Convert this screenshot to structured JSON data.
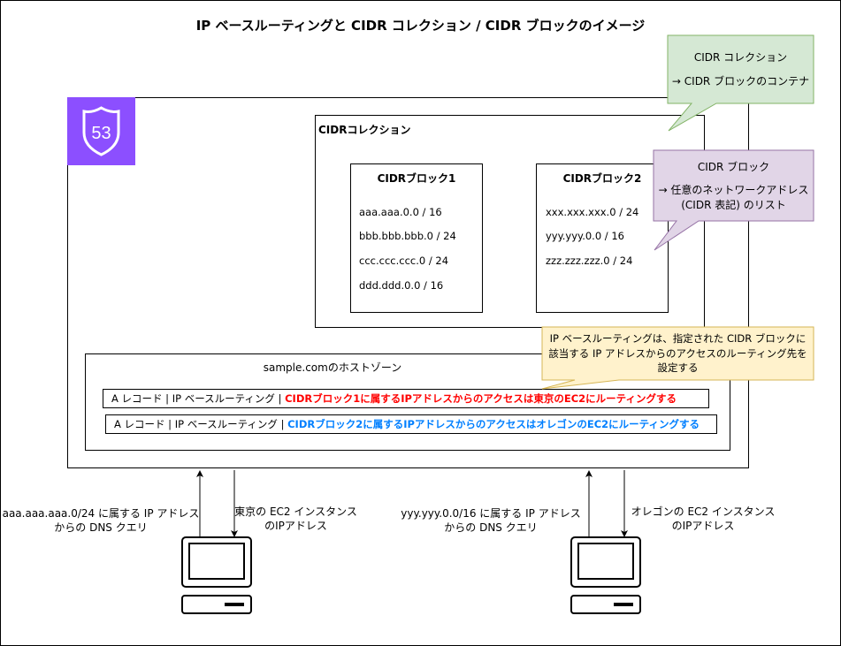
{
  "title": "IP ベースルーティングと CIDR コレクション / CIDR ブロックのイメージ",
  "route53_icon": {
    "label": "53",
    "color": "#8C4FFF"
  },
  "cidr_collection": {
    "label": "CIDRコレクション",
    "blocks": [
      {
        "label": "CIDRブロック1",
        "cidrs": [
          "aaa.aaa.0.0 / 16",
          "bbb.bbb.bbb.0 / 24",
          "ccc.ccc.ccc.0 / 24",
          "ddd.ddd.0.0 / 16"
        ]
      },
      {
        "label": "CIDRブロック2",
        "cidrs": [
          "xxx.xxx.xxx.0 / 24",
          "yyy.yyy.0.0 / 16",
          "zzz.zzz.zzz.0 / 24"
        ]
      }
    ]
  },
  "callouts": {
    "collection": {
      "line1": "CIDR コレクション",
      "line2": "→ CIDR ブロックのコンテナ",
      "color": "#D5E8D4"
    },
    "block": {
      "line1": "CIDR ブロック",
      "line2": "→ 任意のネットワークアドレス",
      "line3": "(CIDR 表記) のリスト",
      "color": "#E1D5E7"
    },
    "routing": {
      "line1": "IP ベースルーティングは、指定された CIDR ブロックに",
      "line2": "該当する IP アドレスからのアクセスのルーティング先を",
      "line3": "設定する",
      "color": "#FFF2CC"
    }
  },
  "hosted_zone": {
    "label": "sample.comのホストゾーン",
    "records": [
      {
        "prefix": "A レコード | IP ベースルーティング | ",
        "emphasis": "CIDRブロック1に属するIPアドレスからのアクセスは東京のEC2にルーティングする",
        "color": "#FF0000"
      },
      {
        "prefix": "A レコード | IP ベースルーティング | ",
        "emphasis": "CIDRブロック2に属するIPアドレスからのアクセスはオレゴンのEC2にルーティングする",
        "color": "#007FFF"
      }
    ]
  },
  "clients": [
    {
      "query_line1": "aaa.aaa.aaa.0/24 に属する IP アドレス",
      "query_line2": "からの DNS クエリ",
      "answer_line1": "東京の EC2 インスタンス",
      "answer_line2": "のIPアドレス"
    },
    {
      "query_line1": "yyy.yyy.0.0/16 に属する IP アドレス",
      "query_line2": "からの DNS クエリ",
      "answer_line1": "オレゴンの EC2 インスタンス",
      "answer_line2": "のIPアドレス"
    }
  ]
}
